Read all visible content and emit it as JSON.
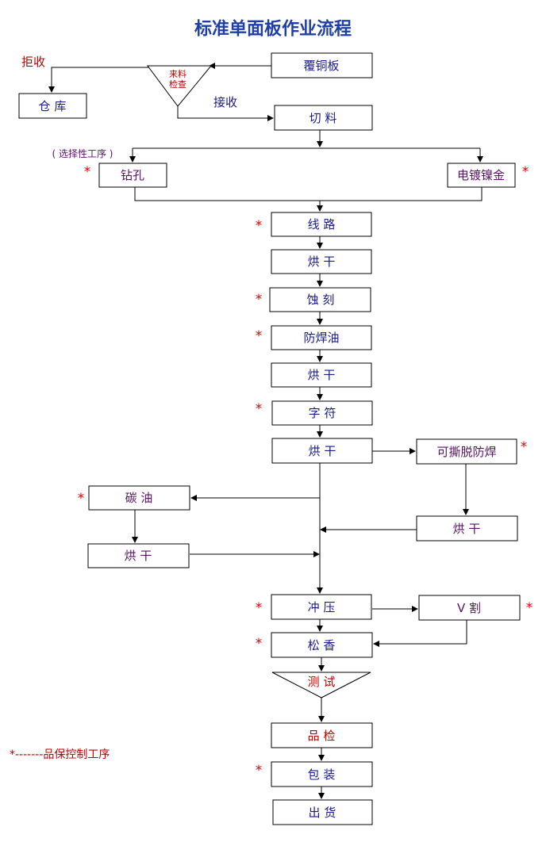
{
  "title": "标准单面板作业流程",
  "legend": "*-------品保控制工序",
  "star": "*",
  "nodes": {
    "copper_clad": "覆铜板",
    "incoming_check": "来料\n检查",
    "reject": "拒收",
    "warehouse": "仓 库",
    "accept": "接收",
    "cutting": "切 料",
    "optional_note": "( 选择性工序 )",
    "drilling": "钻孔",
    "plating": "电镀镍金",
    "circuit": "线 路",
    "dry1": "烘 干",
    "etching": "蚀 刻",
    "solder_mask": "防焊油",
    "dry2": "烘 干",
    "legend_print": "字 符",
    "dry3": "烘 干",
    "peelable_mask": "可撕脱防焊",
    "dry_peel": "烘 干",
    "carbon_oil": "碳 油",
    "dry_carbon": "烘 干",
    "punching": "冲 压",
    "v_cut": "V 割",
    "rosin": "松 香",
    "testing": "测 试",
    "qc": "品 检",
    "packing": "包 装",
    "shipping": "出 货"
  },
  "colors": {
    "title": "#1f3fa8",
    "navy_text": "#1a1a8c",
    "purple_text": "#5b1366",
    "red_text": "#c00000",
    "star": "#e00000"
  }
}
